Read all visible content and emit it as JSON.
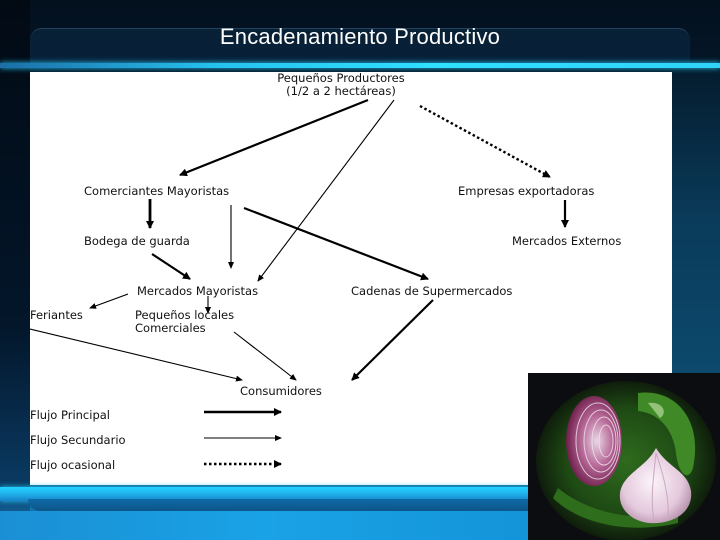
{
  "slide": {
    "title": "Encadenamiento Productivo",
    "colors": {
      "background_dark": "#03101e",
      "accent_glow": "#2fe0ff",
      "title_text": "#ffffff",
      "diagram_bg": "#ffffff",
      "diagram_text": "#111111"
    }
  },
  "diagram": {
    "nodes": {
      "productores_line1": "Pequeños Productores",
      "productores_line2": "(1/2 a 2 hectáreas)",
      "comerciantes": "Comerciantes Mayoristas",
      "empresas": "Empresas exportadoras",
      "bodega": "Bodega de guarda",
      "mercados_externos": "Mercados Externos",
      "mercados_mayoristas": "Mercados Mayoristas",
      "cadenas": "Cadenas de Supermercados",
      "feriantes": "Feriantes",
      "pequenos_line1": "Pequeños locales",
      "pequenos_line2": "Comerciales",
      "consumidores": "Consumidores"
    },
    "edges": [
      {
        "from": "Pequeños Productores",
        "to": "Comerciantes Mayoristas",
        "type": "principal"
      },
      {
        "from": "Pequeños Productores",
        "to": "Mercados Mayoristas",
        "type": "secundario"
      },
      {
        "from": "Pequeños Productores",
        "to": "Empresas exportadoras",
        "type": "ocasional"
      },
      {
        "from": "Comerciantes Mayoristas",
        "to": "Bodega de guarda",
        "type": "principal"
      },
      {
        "from": "Comerciantes Mayoristas",
        "to": "Mercados Mayoristas",
        "type": "secundario"
      },
      {
        "from": "Comerciantes Mayoristas",
        "to": "Cadenas de Supermercados",
        "type": "principal"
      },
      {
        "from": "Bodega de guarda",
        "to": "Mercados Mayoristas",
        "type": "principal"
      },
      {
        "from": "Empresas exportadoras",
        "to": "Mercados Externos",
        "type": "principal"
      },
      {
        "from": "Mercados Mayoristas",
        "to": "Feriantes",
        "type": "secundario"
      },
      {
        "from": "Mercados Mayoristas",
        "to": "Pequeños locales Comerciales",
        "type": "secundario"
      },
      {
        "from": "Feriantes",
        "to": "Consumidores",
        "type": "secundario"
      },
      {
        "from": "Pequeños locales Comerciales",
        "to": "Consumidores",
        "type": "secundario"
      },
      {
        "from": "Cadenas de Supermercados",
        "to": "Consumidores",
        "type": "principal"
      }
    ],
    "legend": [
      {
        "label": "Flujo Principal",
        "style": "thick-solid"
      },
      {
        "label": "Flujo Secundario",
        "style": "thin-solid"
      },
      {
        "label": "Flujo ocasional",
        "style": "dotted"
      }
    ]
  },
  "image": {
    "subject": "onion-and-garlic-photo"
  }
}
